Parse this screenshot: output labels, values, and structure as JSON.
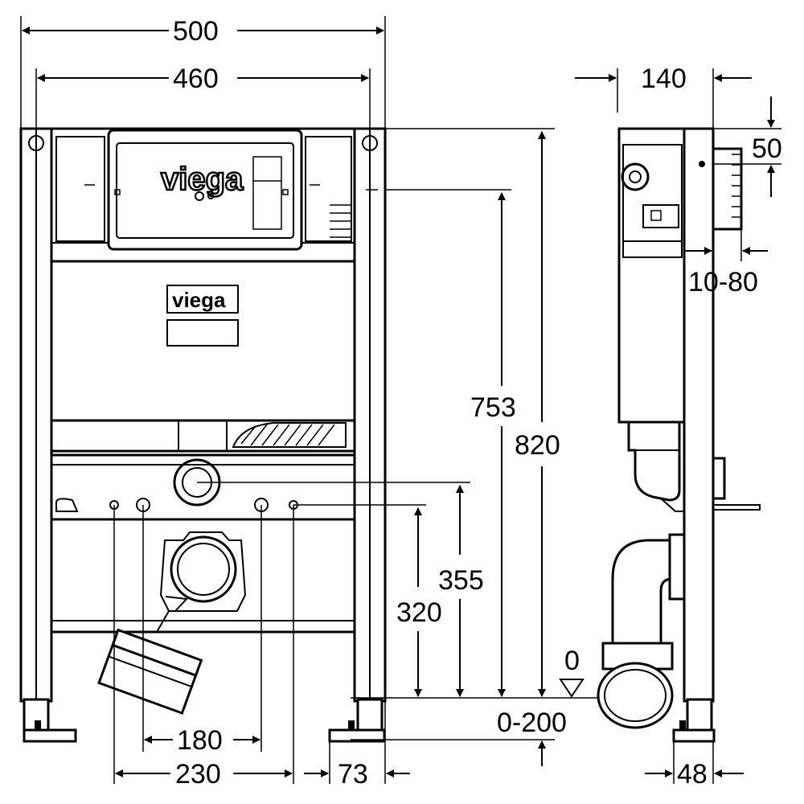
{
  "brand": {
    "logo_text": "viega",
    "plate_text": "viega"
  },
  "dimensions": {
    "total_width": "500",
    "frame_width": "460",
    "height_total": "820",
    "height_753": "753",
    "height_355": "355",
    "height_320": "320",
    "spacing_180": "180",
    "spacing_230": "230",
    "offset_73": "73",
    "floor_zero": "0",
    "adjust_range": "0-200",
    "depth_140": "140",
    "depth_50": "50",
    "wall_range": "10-80",
    "foot_48": "48"
  }
}
